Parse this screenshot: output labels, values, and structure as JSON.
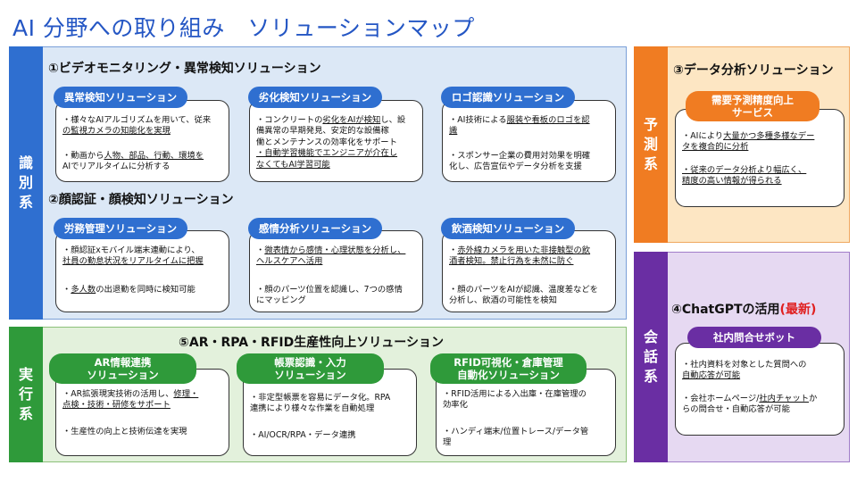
{
  "title": "AI 分野への取り組み　ソリューションマップ",
  "bands": {
    "identification": "識\n別\n系",
    "execution": "実\n行\n系",
    "prediction": "予\n測\n系",
    "conversation": "会\n話\n系"
  },
  "sections": {
    "s1": "①ビデオモニタリング・異常検知ソリューション",
    "s2": "②顔認証・顔検知ソリューション",
    "s3": "③データ分析ソリューション",
    "s4_main": "④ChatGPTの活用",
    "s4_tag": "(最新)",
    "s5": "⑤AR・RPA・RFID生産性向上ソリューション"
  },
  "cards": {
    "anomaly": {
      "label": "異常検知ソリューション",
      "b1a": "・様々なAIアルゴリズムを用いて、従来",
      "b1b": "の監視カメラの知能化を実現",
      "b2a": "・動画から",
      "b2b": "人物、部品、行動、環境を",
      "b2c": "AIでリアルタイムに分析する"
    },
    "deterioration": {
      "label": "劣化検知ソリューション",
      "b1a": "・コンクリートの",
      "b1b": "劣化をAIが検知",
      "b1c": "し、設",
      "b1d": "備異常の早期発見、安定的な設備稼",
      "b1e": "働とメンテナンスの効率化をサポート",
      "b2a": "・自動学習機能でエンジニアが介在し",
      "b2b": "なくてもAI学習可能"
    },
    "logo": {
      "label": "ロゴ認識ソリューション",
      "b1a": "・AI技術による",
      "b1b": "服装や看板のロゴを認",
      "b1c": "識",
      "b2a": "・スポンサー企業の費用対効果を明確",
      "b2b": "化し、広告宣伝やデータ分析を支援"
    },
    "labor": {
      "label": "労務管理ソリューション",
      "b1a": "・顔認証xモバイル端末連動により、",
      "b1b": "社員の勤怠状況をリアルタイムに把握",
      "b2a": "・",
      "b2b": "多人数",
      "b2c": "の出退勤を同時に検知可能"
    },
    "emotion": {
      "label": "感情分析ソリューション",
      "b1a": "・",
      "b1b": "微表情から感情・心理状態を分析し、",
      "b1c": "ヘルスケアへ活用",
      "b2a": "・顔のパーツ位置を認識し、7つの感情",
      "b2b": "にマッピング"
    },
    "drinking": {
      "label": "飲酒検知ソリューション",
      "b1a": "・",
      "b1b": "赤外線カメラを用いた非接触型の飲",
      "b1c": "酒者検知。禁止行為を未然に防ぐ",
      "b2a": "・顔のパーツをAIが認識、温度差などを",
      "b2b": "分析し、飲酒の可能性を検知"
    },
    "demand": {
      "label": "需要予測精度向上\nサービス",
      "b1a": "・AIにより",
      "b1b": "大量かつ多種多様なデー",
      "b1c": "タを複合的に分析",
      "b2a": "・従来のデータ分析より幅広く、",
      "b2b": "精度の高い情報が得られる"
    },
    "chatbot": {
      "label": "社内問合せボット",
      "b1a": "・社内資料を対象とした質問への",
      "b1b": "自動応答が可能",
      "b2a": "・会社ホームページ/",
      "b2b": "社内チャット",
      "b2c": "か",
      "b2d": "らの問合せ・自動応答が可能"
    },
    "ar": {
      "label": "AR情報連携\nソリューション",
      "b1a": "・AR拡張現実技術の活用し、",
      "b1b": "修理・",
      "b1c": "点検・技術・研修をサポート",
      "b2a": "・生産性の向上と技術伝達を実現"
    },
    "form": {
      "label": "帳票認識・入力\nソリューション",
      "b1a": "・非定型帳票を容易にデータ化。RPA",
      "b1b": "連携により様々な作業を自動処理",
      "b2a": "・AI/OCR/RPA・データ連携"
    },
    "rfid": {
      "label": "RFID可視化・倉庫管理\n自動化ソリューション",
      "b1a": "・RFID活用による入出庫・在庫管理の",
      "b1b": "効率化",
      "b2a": "・ハンディ端末/位置トレース/データ管",
      "b2b": "理"
    }
  },
  "colors": {
    "title": "#2456c4",
    "identification_bg": "#dce8f6",
    "identification_band": "#2f6fd0",
    "execution_bg": "#e3f1dc",
    "execution_band": "#2f9a3a",
    "prediction_bg": "#fde6c3",
    "prediction_band": "#f07c22",
    "conversation_bg": "#e6d9f2",
    "conversation_band": "#6a2ea3",
    "accent_red": "#e02020"
  }
}
